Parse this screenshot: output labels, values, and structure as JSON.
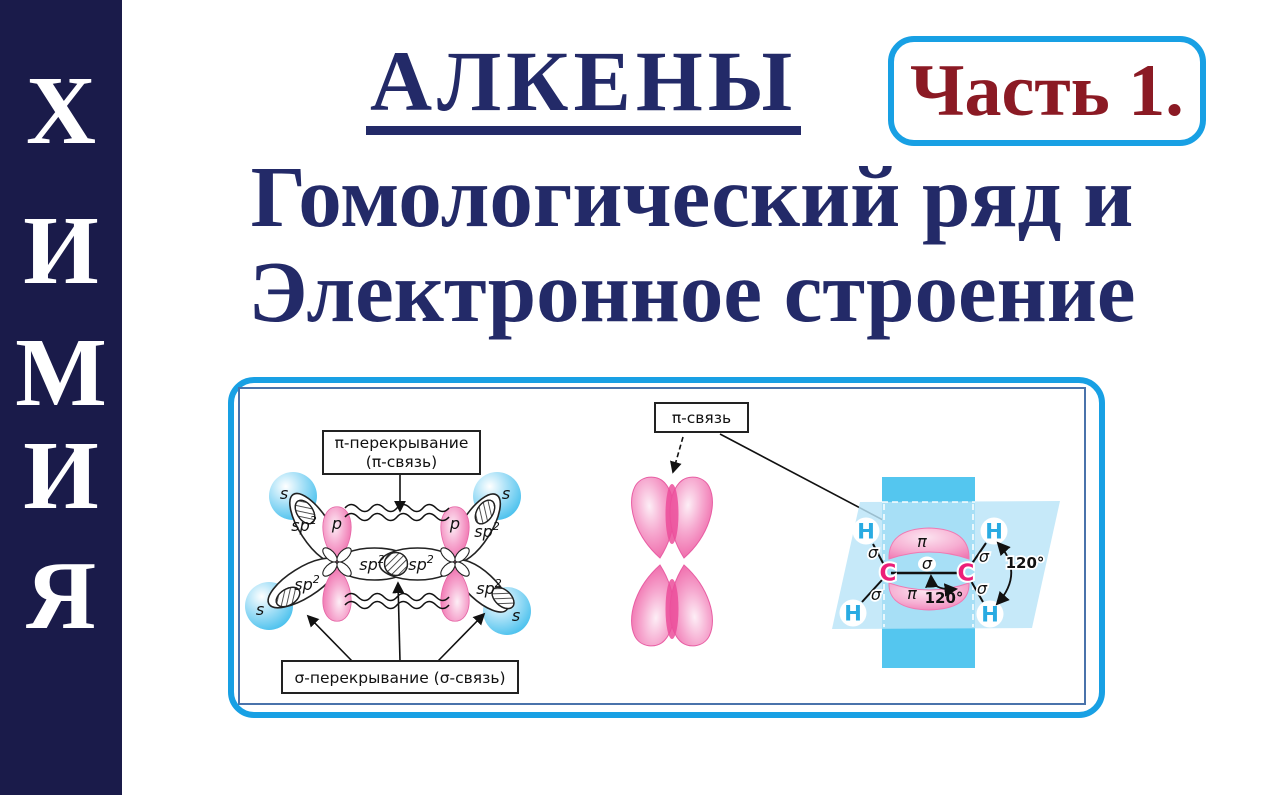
{
  "sidebar": {
    "letters": [
      "Х",
      "И",
      "М",
      "И",
      "Я"
    ]
  },
  "header": {
    "title": "АЛКЕНЫ",
    "badge": "Часть 1.",
    "subtitle_line1": "Гомологический ряд и",
    "subtitle_line2": "Электронное строение"
  },
  "diagram": {
    "left": {
      "pi_box_line1": "π-перекрывание",
      "pi_box_line2": "(π-связь)",
      "sigma_box": "σ-перекрывание (σ-связь)",
      "s_label": "s",
      "p_label": "p",
      "sp_base": "sp",
      "sp_sup": "2"
    },
    "middle": {
      "pi_bond_box": "π-связь"
    },
    "right": {
      "c_label": "C",
      "h_label": "H",
      "sigma_label": "σ",
      "pi_label": "π",
      "angle_label": "120°"
    }
  },
  "colors": {
    "accent_blue": "#18a0e4",
    "navy_text": "#232a68",
    "sidebar_navy": "#1a1b4a",
    "badge_maroon": "#8b1a24",
    "orbital_pink": "#ee5ca2",
    "orbital_blue": "#3fbdec",
    "plane_blue": "#54c6ef",
    "plane_light": "#b9e4f8",
    "carbon_magenta": "#ec1e79",
    "hydrogen_cyan": "#29abe2",
    "inner_border": "#4a73ab"
  }
}
